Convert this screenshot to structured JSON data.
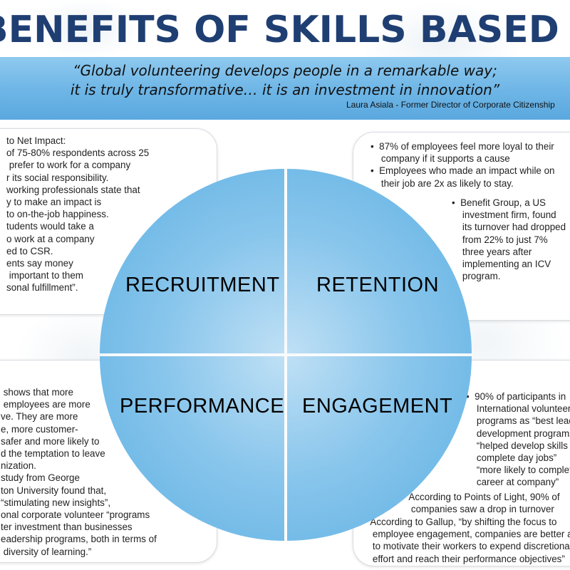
{
  "title": "BENEFITS OF SKILLS BASED VOLUNTEERING",
  "quote": {
    "line1": "“Global volunteering develops people in a remarkable way;",
    "line2": "it is truly transformative… it is an investment in innovation”",
    "attribution": "Laura Asiala -  Former Director of Corporate Citizenship"
  },
  "quadrants": {
    "recruitment": "RECRUITMENT",
    "retention": "RETENTION",
    "performance": "PERFORMANCE",
    "engagement": "ENGAGEMENT"
  },
  "recruitment_text": "to Net Impact:\nof 75-80% respondents across 25\n prefer to work for a company\nr its social responsibility.\nworking professionals state that\ny to make an impact is\nto on-the-job happiness.\ntudents would take a\no work at a company\ned to CSR.\nents say money\n important to them\nsonal fulfillment”.",
  "retention_text": "•  87% of employees feel more loyal to their\n    company if it supports a cause\n•  Employees who made an impact while on\n    their job are 2x as likely to stay.",
  "retention_sub": "•  Benefit Group, a US\n    investment firm, found\n    its turnover had dropped\n    from 22% to just 7%\n    three years after\n    implementing an ICV\n    program.",
  "performance_text": " shows that more\n employees are more\nve. They are more\ne, more customer-\nsafer and more likely to\nd the temptation to leave\nnization.\nstudy from George\nton University found that,\n“stimulating new insights”,\nonal corporate volunteer “programs\nter investment than businesses\neadership programs, both in terms of\n diversity of learning.”",
  "engagement_text": "•  90% of participants in\n    International volunteer\n    programs as “best lead\n    development programs\n    “helped develop skills\n    complete day jobs”\n    “more likely to complete\n    career at company”",
  "engagement_points": "•  According to Points of Light, 90% of\n    companies saw a drop in turnover",
  "engagement_gallup": "•  According to Gallup, “by shifting the focus to\n    employee engagement, companies are better able\n    to motivate their workers to expend discretionary\n    effort and reach their performance objectives”"
}
